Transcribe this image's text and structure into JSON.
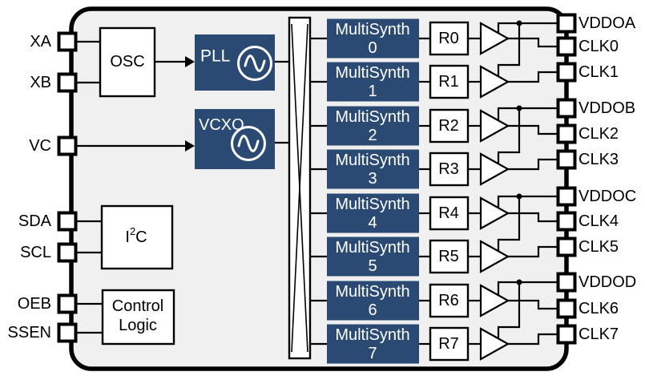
{
  "colors": {
    "block_fill": "#2a4a73",
    "chip_fill": "#f0f0f0",
    "wire": "#000000",
    "block_text": "#ffffff",
    "label_text": "#000000"
  },
  "icons": {
    "pll": "sine-wave",
    "vcxo": "sine-wave",
    "crossbar": "switch-matrix-x",
    "buffer": "output-driver-triangle"
  },
  "left_pins": [
    {
      "label": "XA"
    },
    {
      "label": "XB"
    },
    {
      "label": "VC"
    },
    {
      "label": "SDA"
    },
    {
      "label": "SCL"
    },
    {
      "label": "OEB"
    },
    {
      "label": "SSEN"
    }
  ],
  "blocks": {
    "osc": {
      "label": "OSC"
    },
    "pll": {
      "label": "PLL"
    },
    "vcxo": {
      "label": "VCXO"
    },
    "i2c": {
      "pre": "I",
      "sup": "2",
      "post": "C"
    },
    "control": {
      "line1": "Control",
      "line2": "Logic"
    }
  },
  "rows": [
    {
      "ms_line1": "MultiSynth",
      "ms_line2": "0",
      "r_label": "R0",
      "clk_label": "CLK0"
    },
    {
      "ms_line1": "MultiSynth",
      "ms_line2": "1",
      "r_label": "R1",
      "clk_label": "CLK1"
    },
    {
      "ms_line1": "MultiSynth",
      "ms_line2": "2",
      "r_label": "R2",
      "clk_label": "CLK2"
    },
    {
      "ms_line1": "MultiSynth",
      "ms_line2": "3",
      "r_label": "R3",
      "clk_label": "CLK3"
    },
    {
      "ms_line1": "MultiSynth",
      "ms_line2": "4",
      "r_label": "R4",
      "clk_label": "CLK4"
    },
    {
      "ms_line1": "MultiSynth",
      "ms_line2": "5",
      "r_label": "R5",
      "clk_label": "CLK5"
    },
    {
      "ms_line1": "MultiSynth",
      "ms_line2": "6",
      "r_label": "R6",
      "clk_label": "CLK6"
    },
    {
      "ms_line1": "MultiSynth",
      "ms_line2": "7",
      "r_label": "R7",
      "clk_label": "CLK7"
    }
  ],
  "vddo_pins": [
    {
      "label": "VDDOA"
    },
    {
      "label": "VDDOB"
    },
    {
      "label": "VDDOC"
    },
    {
      "label": "VDDOD"
    }
  ]
}
